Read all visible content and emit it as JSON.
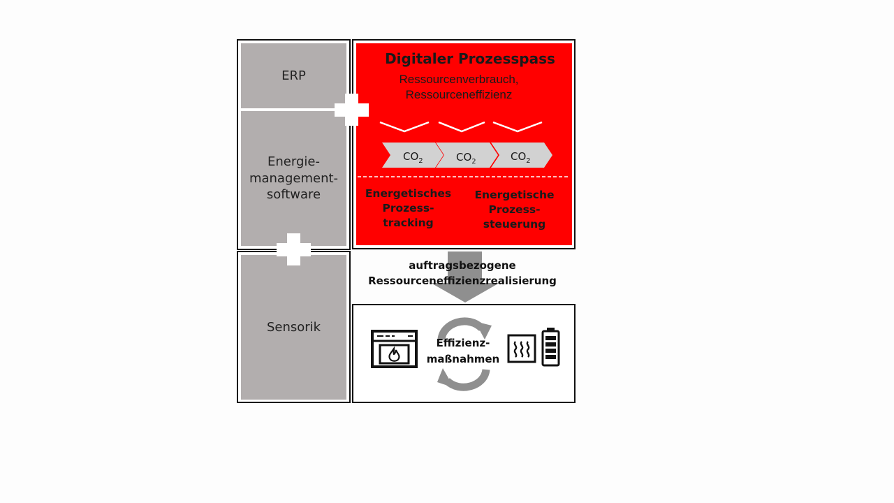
{
  "left": {
    "erp": "ERP",
    "ems_line1": "Energie-",
    "ems_line2": "management-",
    "ems_line3": "software",
    "sensorik": "Sensorik"
  },
  "red_block": {
    "title": "Digitaler Prozesspass",
    "subtitle_line1": "Ressourcenverbrauch,",
    "subtitle_line2": "Ressourceneffizienz",
    "co2_base": "CO",
    "co2_sub": "2",
    "tracking_line1": "Energetisches",
    "tracking_line2": "Prozess-",
    "tracking_line3": "tracking",
    "control_line1": "Energetische",
    "control_line2": "Prozess-",
    "control_line3": "steuerung"
  },
  "middle": {
    "line1": "auftragsbezogene",
    "line2": "Ressourceneffizienzrealisierung"
  },
  "bottom": {
    "line1": "Effizienz-",
    "line2": "maßnahmen"
  },
  "colors": {
    "red": "#ff0000",
    "grey": "#b2aeae",
    "arrow_grey": "#8f8f8f"
  }
}
